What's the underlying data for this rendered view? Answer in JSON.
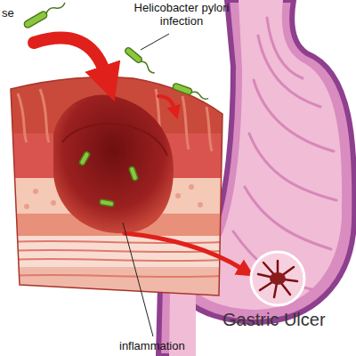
{
  "diagram": {
    "labels": [
      "se",
      "Helicobacter pylori infection",
      "inflammation",
      "Gastric Ulcer"
    ]
  }
}
